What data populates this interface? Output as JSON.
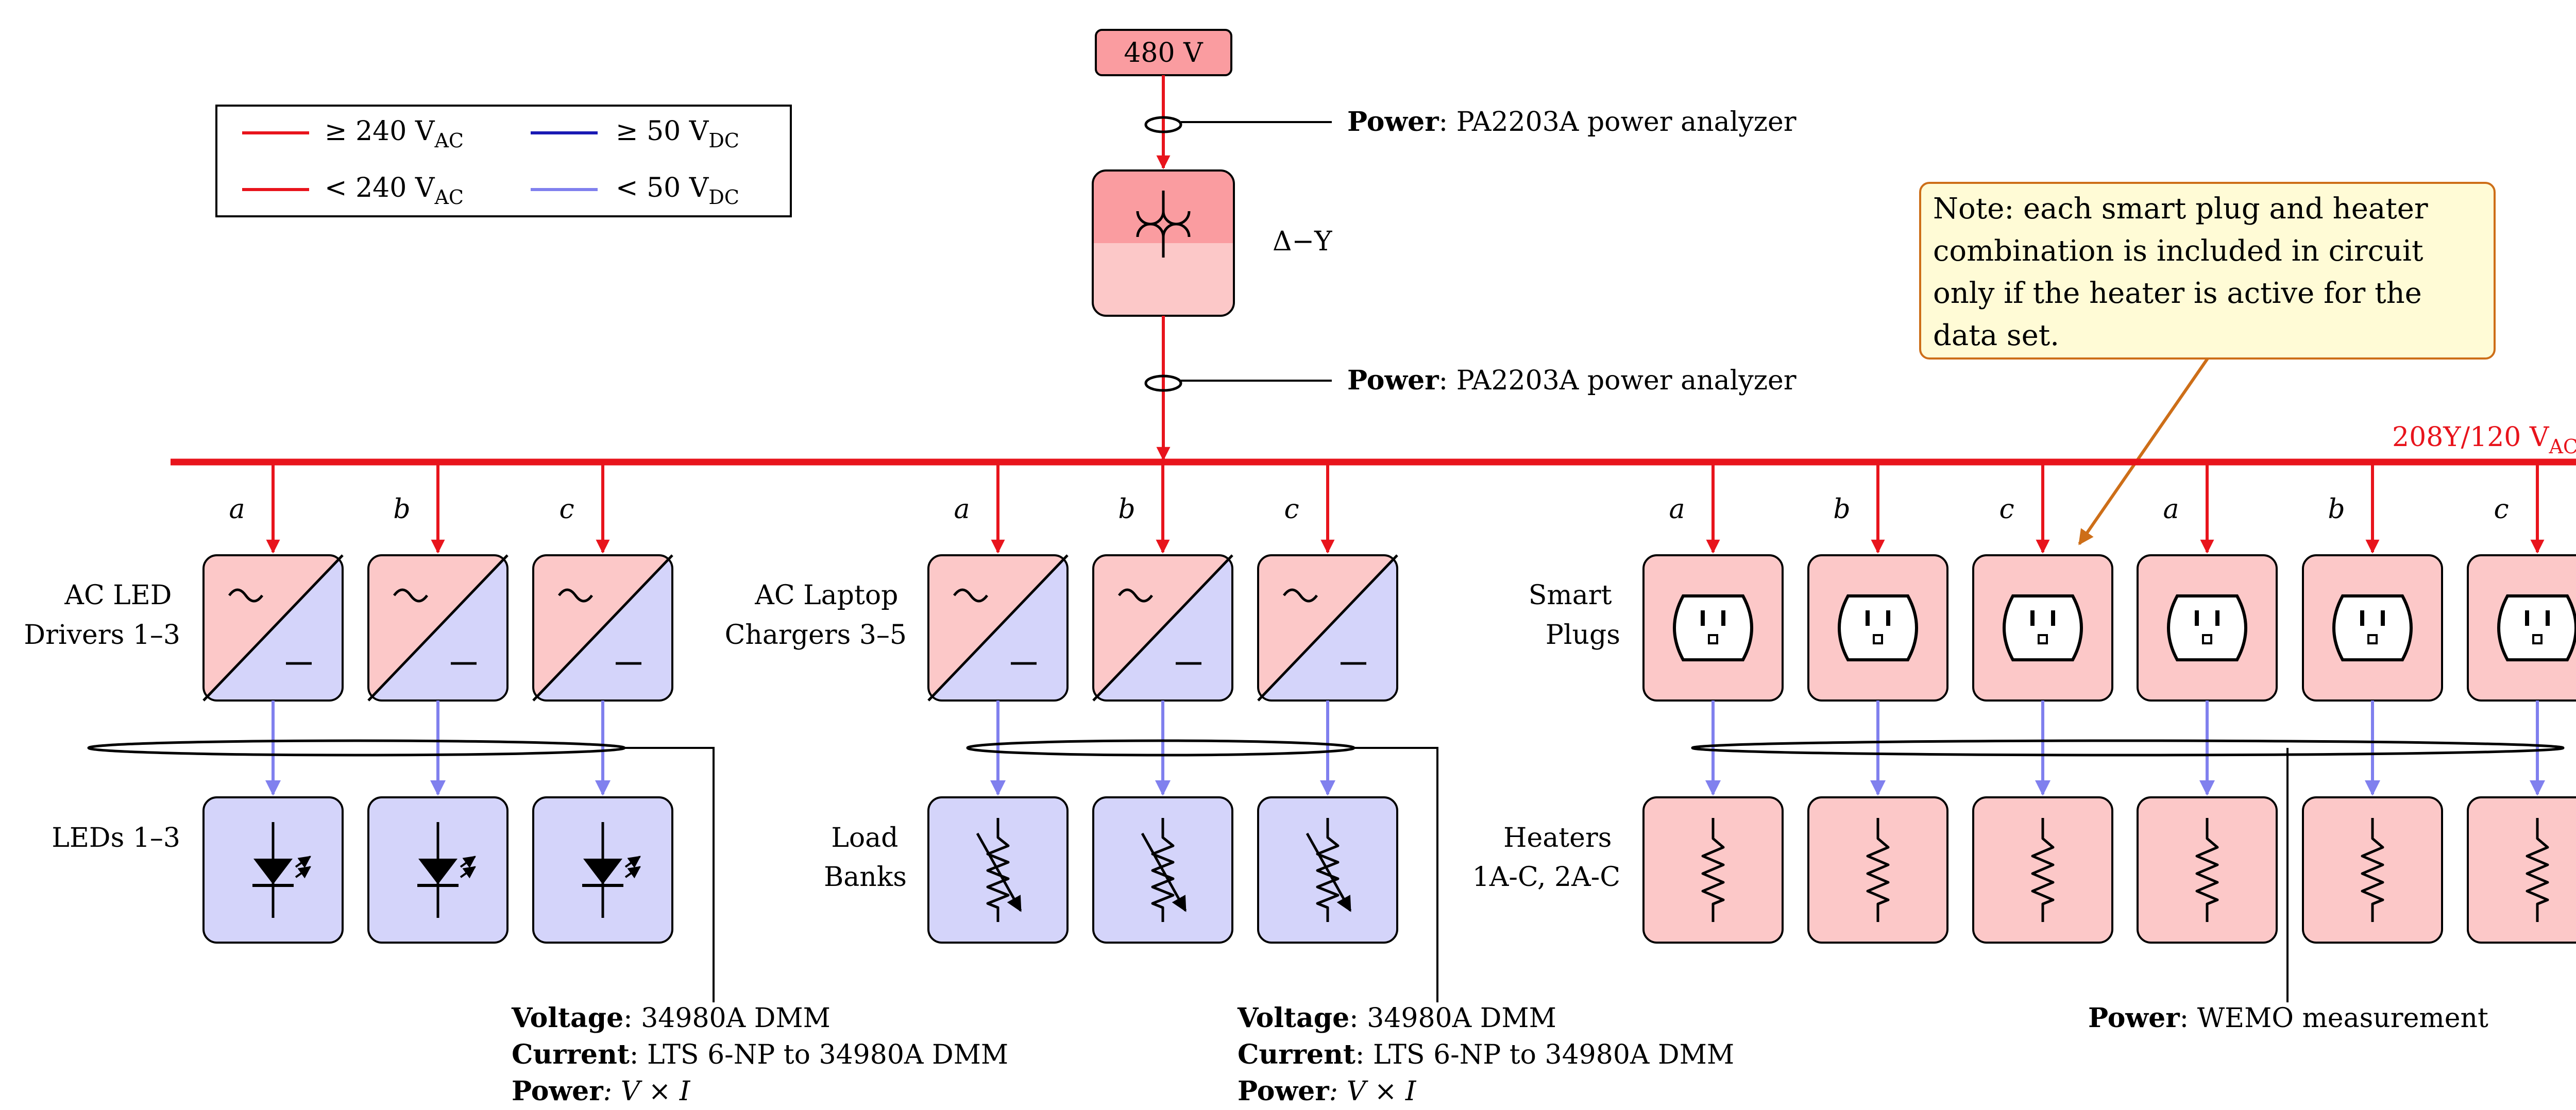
{
  "colors": {
    "hv_ac": "#e8141c",
    "lv_ac": "#e8141c",
    "hv_dc": "#1a1ab4",
    "lv_dc": "#8080ee",
    "pink_fill": "#fcc8c8",
    "pink_dark": "#fa9ca0",
    "blue_fill": "#d4d4fa",
    "note_fill": "#fffbd6",
    "note_border": "#cd6e18"
  },
  "legend": {
    "hv_ac": {
      "prefix": "≥ 240 V",
      "sub": "AC"
    },
    "lv_ac": {
      "prefix": "< 240 V",
      "sub": "AC"
    },
    "hv_dc": {
      "prefix": "≥ 50 V",
      "sub": "DC"
    },
    "lv_dc": {
      "prefix": "< 50 V",
      "sub": "DC"
    }
  },
  "source": {
    "label": "480 V"
  },
  "transformer": {
    "label": "Δ−Y"
  },
  "meter_top": {
    "bold": "Power",
    "rest": ": PA2203A power analyzer"
  },
  "meter_mid": {
    "bold": "Power",
    "rest": ": PA2203A power analyzer"
  },
  "bus": {
    "prefix": "208Y/120 V",
    "sub": "AC"
  },
  "note": {
    "lines": [
      "Note: each smart plug and heater",
      "combination is included in circuit",
      "only if the heater is active for the",
      "data set."
    ]
  },
  "groups": {
    "led": {
      "converter_label": [
        "AC LED",
        "Drivers 1–3"
      ],
      "load_label": [
        "LEDs 1–3"
      ],
      "phases": [
        "a",
        "b",
        "c"
      ]
    },
    "laptop": {
      "converter_label": [
        "AC Laptop",
        "Chargers 3–5"
      ],
      "load_label": [
        "Load",
        "Banks"
      ],
      "phases": [
        "a",
        "b",
        "c"
      ]
    },
    "plug": {
      "converter_label": [
        "Smart",
        "Plugs"
      ],
      "load_label": [
        "Heaters",
        "1A-C, 2A-C"
      ],
      "phases": [
        "a",
        "b",
        "c",
        "a",
        "b",
        "c"
      ]
    }
  },
  "meas_led": [
    {
      "bold": "Voltage",
      "rest": ": 34980A DMM"
    },
    {
      "bold": "Current",
      "rest": ": LTS 6-NP to 34980A DMM"
    },
    {
      "bold": "Power",
      "rest": ": V × I"
    }
  ],
  "meas_laptop": [
    {
      "bold": "Voltage",
      "rest": ": 34980A DMM"
    },
    {
      "bold": "Current",
      "rest": ": LTS 6-NP to 34980A DMM"
    },
    {
      "bold": "Power",
      "rest": ": V × I"
    }
  ],
  "meas_plug": [
    {
      "bold": "Power",
      "rest": ": WEMO measurement"
    }
  ]
}
